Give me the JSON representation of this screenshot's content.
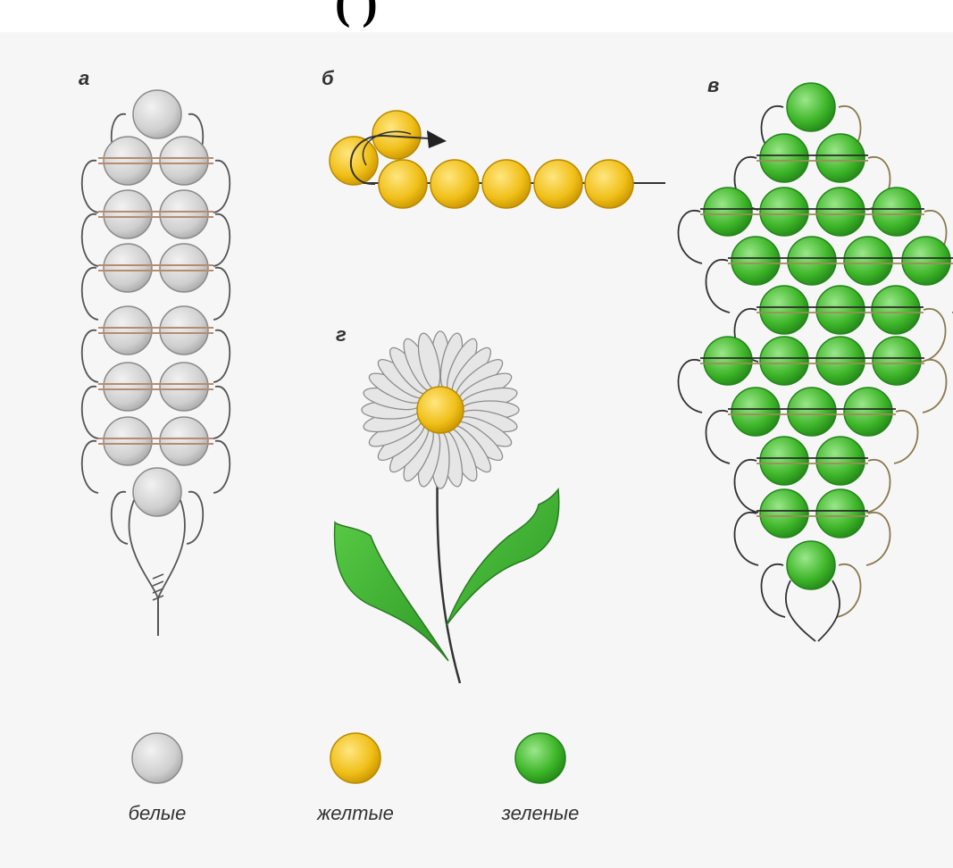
{
  "header": {
    "title_fragment": "(                                        )"
  },
  "panels": {
    "a": "а",
    "b": "б",
    "v": "в",
    "g": "г"
  },
  "legend": [
    {
      "label": "белые",
      "color": "#d4d4d4"
    },
    {
      "label": "желтые",
      "color": "#f2c21a"
    },
    {
      "label": "зеленые",
      "color": "#3fb829"
    }
  ],
  "colors": {
    "thread": "#4a4a4a",
    "thread_light": "#b58c70",
    "leaf": "#3aa832",
    "background": "#f6f6f6"
  }
}
